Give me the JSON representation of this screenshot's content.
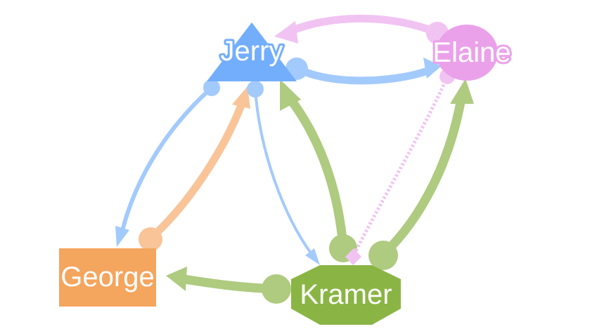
{
  "nodes": {
    "jerry": {
      "label": "Jerry",
      "shape": "triangle",
      "color": "#73aefc"
    },
    "elaine": {
      "label": "Elaine",
      "shape": "ellipse",
      "color": "#eba1ea"
    },
    "george": {
      "label": "George",
      "shape": "rectangle",
      "color": "#f4a55e"
    },
    "kramer": {
      "label": "Kramer",
      "shape": "octagon",
      "color": "#8ab545"
    }
  },
  "edges": [
    {
      "from": "Jerry",
      "to": "Elaine",
      "color": "#a3cafc"
    },
    {
      "from": "Elaine",
      "to": "Jerry",
      "color": "#f1c3f2"
    },
    {
      "from": "Jerry",
      "to": "George",
      "color": "#a3cafc"
    },
    {
      "from": "George",
      "to": "Jerry",
      "color": "#f9c498"
    },
    {
      "from": "Jerry",
      "to": "Kramer",
      "color": "#a3cafc"
    },
    {
      "from": "Kramer",
      "to": "Jerry",
      "color": "#aecb80"
    },
    {
      "from": "Kramer",
      "to": "Elaine",
      "color": "#aecb80"
    },
    {
      "from": "Kramer",
      "to": "George",
      "color": "#aecb80"
    },
    {
      "from": "Elaine",
      "to": "Kramer",
      "color": "#f1c3f2",
      "style": "dotted"
    }
  ]
}
